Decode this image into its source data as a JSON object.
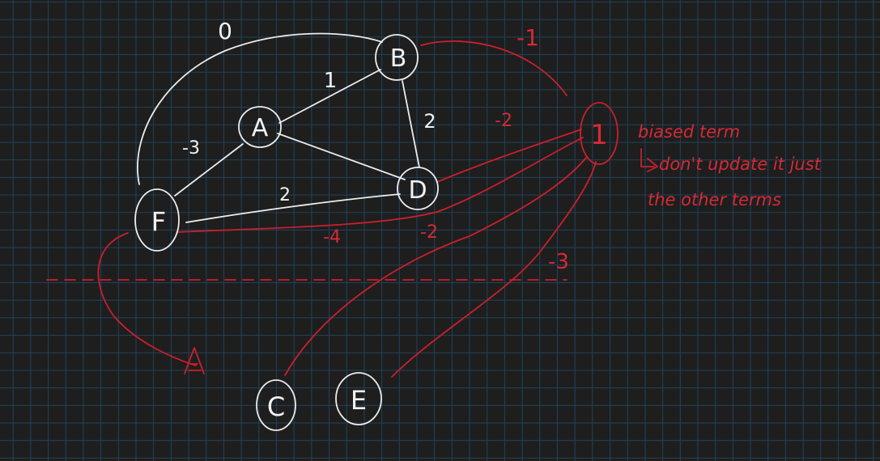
{
  "nodes": {
    "A": "A",
    "B": "B",
    "D": "D",
    "F": "F",
    "C": "C",
    "E": "E",
    "bias": "1"
  },
  "white_edges": {
    "F_B": "0",
    "A_B": "1",
    "A_F": "-3",
    "B_D": "2",
    "F_D": "2"
  },
  "red_edges": {
    "B_bias": "-1",
    "D_bias": "-2",
    "F_bias": "-4",
    "C_bias": "-2",
    "E_bias": "-3"
  },
  "note": {
    "line1": "biased term",
    "line2": "don't update it just",
    "line3": "the other terms"
  },
  "colors": {
    "background": "#1e1e1e",
    "grid": "#20435c",
    "ink_white": "#ececec",
    "ink_red": "#c9202c"
  }
}
